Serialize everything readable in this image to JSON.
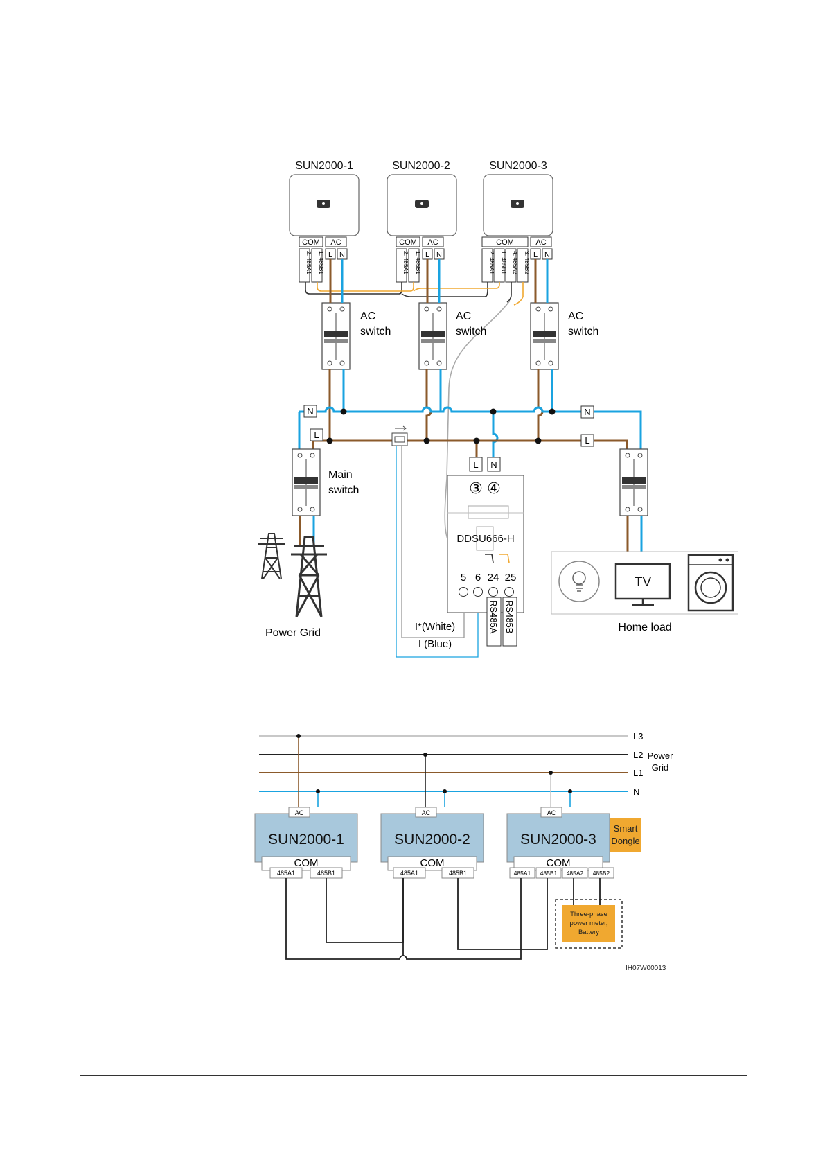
{
  "figure1": {
    "inverters": [
      {
        "name": "SUN2000-1",
        "com_label": "COM",
        "ac_label": "AC",
        "com_pins": [
          "2: 485A1",
          "1: 485B1"
        ],
        "ac_pins": [
          "L",
          "N"
        ]
      },
      {
        "name": "SUN2000-2",
        "com_label": "COM",
        "ac_label": "AC",
        "com_pins": [
          "2: 485A1",
          "1: 485B1"
        ],
        "ac_pins": [
          "L",
          "N"
        ]
      },
      {
        "name": "SUN2000-3",
        "com_label": "COM",
        "ac_label": "AC",
        "com_pins": [
          "2: 485A1",
          "1: 485B1",
          "4: 485A2",
          "3: 485B2"
        ],
        "ac_pins": [
          "L",
          "N"
        ]
      }
    ],
    "ac_switch_label": [
      "AC",
      "switch"
    ],
    "main_switch_label": [
      "Main",
      "switch"
    ],
    "bus_labels": {
      "n": "N",
      "l": "L"
    },
    "meter": {
      "name": "DDSU666-H",
      "top_terminals": [
        "L",
        "N"
      ],
      "top_numbers": [
        "③",
        "④"
      ],
      "bottom_terminals": [
        "5",
        "6",
        "24",
        "25"
      ],
      "rs485a": "RS485A",
      "rs485b": "RS485B"
    },
    "ct_labels": {
      "white": "I*(White)",
      "blue": "I   (Blue)"
    },
    "power_grid": "Power Grid",
    "home_load": "Home load",
    "tv": "TV"
  },
  "figure2": {
    "lines": [
      "L3",
      "L2",
      "L1",
      "N"
    ],
    "grid_label": [
      "Power",
      "Grid"
    ],
    "ac_label": "AC",
    "inverters": [
      {
        "name": "SUN2000-1",
        "com": "COM",
        "ports": [
          "485A1",
          "485B1"
        ]
      },
      {
        "name": "SUN2000-2",
        "com": "COM",
        "ports": [
          "485A1",
          "485B1"
        ]
      },
      {
        "name": "SUN2000-3",
        "com": "COM",
        "ports": [
          "485A1",
          "485B1",
          "485A2",
          "485B2"
        ]
      }
    ],
    "smart_dongle": [
      "Smart",
      "Dongle"
    ],
    "meter_battery": [
      "Three-phase",
      "power meter,",
      "Battery"
    ],
    "figure_id": "IH07W00013"
  },
  "colors": {
    "brown": "#8B5A2B",
    "blue": "#1AA3E0",
    "orange": "#F0A830",
    "gray": "#999999",
    "black": "#222222",
    "box_blue": "#A8C8DC"
  }
}
